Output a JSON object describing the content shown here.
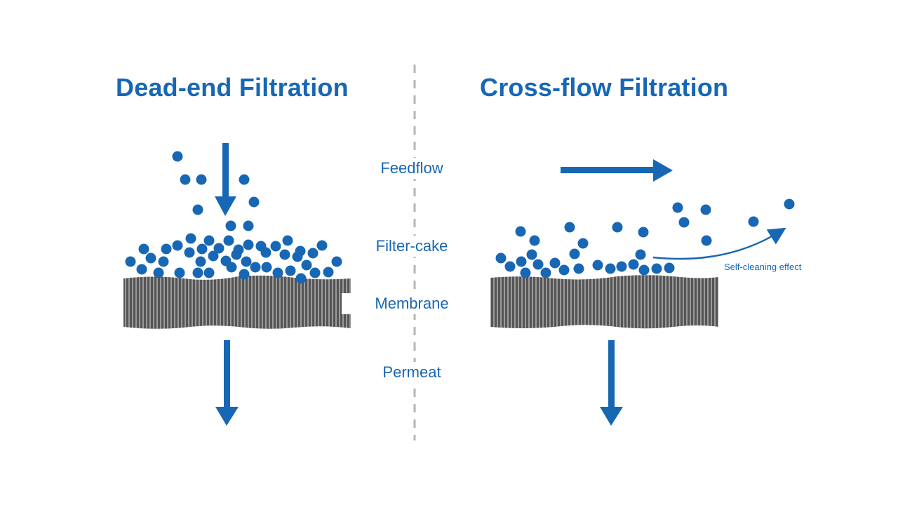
{
  "left": {
    "title": "Dead-end Filtration"
  },
  "right": {
    "title": "Cross-flow Filtration",
    "annotation": "Self-cleaning effect"
  },
  "center_labels": {
    "feedflow": "Feedflow",
    "filter_cake": "Filter-cake",
    "membrane": "Membrane",
    "permeat": "Permeat"
  },
  "colors": {
    "accent": "#1767b4",
    "particle": "#1767b4",
    "membrane_dark": "#555555",
    "membrane_light": "#9a9a9a",
    "divider": "#b5b5b5"
  }
}
